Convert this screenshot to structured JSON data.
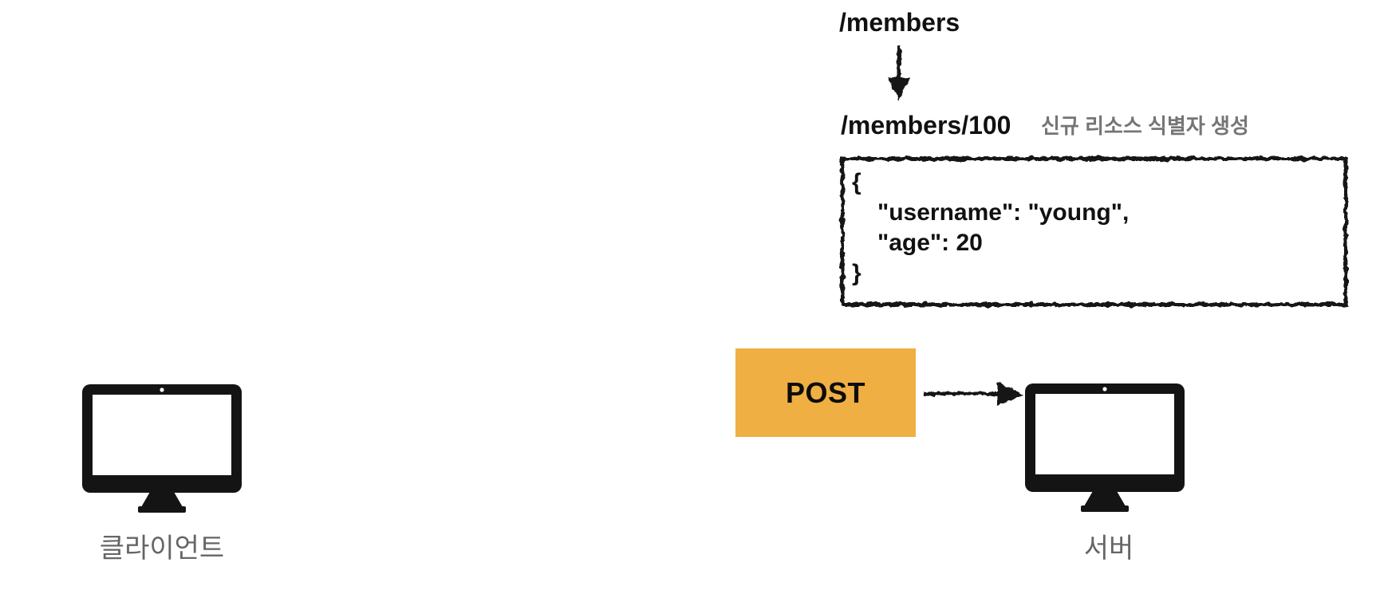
{
  "diagram": {
    "resource_path": "/members",
    "new_resource_path": "/members/100",
    "caption": "신규 리소스 식별자 생성",
    "json_body": {
      "open_brace": "{",
      "line_username": "\"username\": \"young\",",
      "line_age": "\"age\": 20",
      "close_brace": "}"
    },
    "method": "POST",
    "client_label": "클라이언트",
    "server_label": "서버",
    "colors": {
      "method_box_bg": "#EFAF43",
      "ink": "#111111",
      "muted_text": "#757575",
      "label_text": "#666666"
    },
    "icons": [
      "client-monitor-icon",
      "down-arrow-icon",
      "right-arrow-icon",
      "server-monitor-icon"
    ]
  }
}
